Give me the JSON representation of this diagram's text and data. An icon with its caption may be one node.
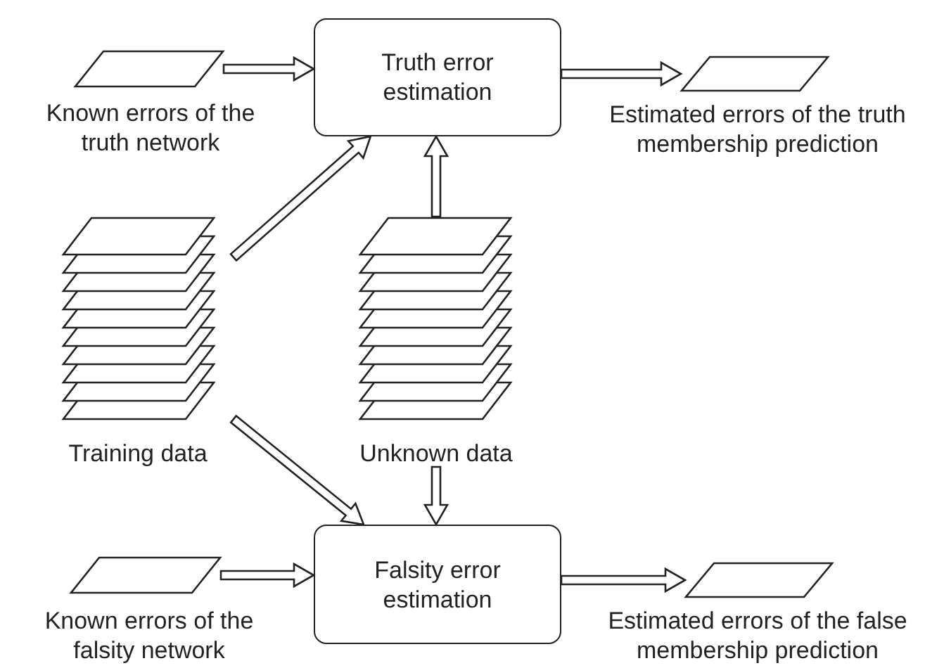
{
  "diagram": {
    "nodes": [
      {
        "text": [],
        "shape": "parallelogram",
        "beside": [
          "Known errors of the truth network"
        ]
      },
      {
        "text": [
          "Truth error estimation"
        ]
      },
      {
        "text": [],
        "shape": "parallelogram",
        "beside": [
          "Estimated errors of the truth membership prediction"
        ]
      },
      {
        "text": [
          "Training data"
        ]
      },
      {
        "text": [
          "Unknown data"
        ]
      },
      {
        "text": [],
        "shape": "parallelogram",
        "beside": [
          "Known errors of the falsity network"
        ]
      },
      {
        "text": [
          "Falsity error estimation"
        ]
      },
      {
        "text": [],
        "shape": "parallelogram",
        "beside": [
          "Estimated errors of the false membership prediction"
        ]
      }
    ],
    "edges": [
      {
        "from": 0,
        "to": 1,
        "arrow": "to"
      },
      {
        "from": 1,
        "to": 2,
        "arrow": "to"
      },
      {
        "from": 3,
        "to": 1,
        "arrow": "to"
      },
      {
        "from": 4,
        "to": 1,
        "arrow": "to"
      },
      {
        "from": 3,
        "to": 6,
        "arrow": "to"
      },
      {
        "from": 4,
        "to": 6,
        "arrow": "to"
      },
      {
        "from": 5,
        "to": 6,
        "arrow": "to"
      },
      {
        "from": 6,
        "to": 7,
        "arrow": "to"
      }
    ]
  }
}
